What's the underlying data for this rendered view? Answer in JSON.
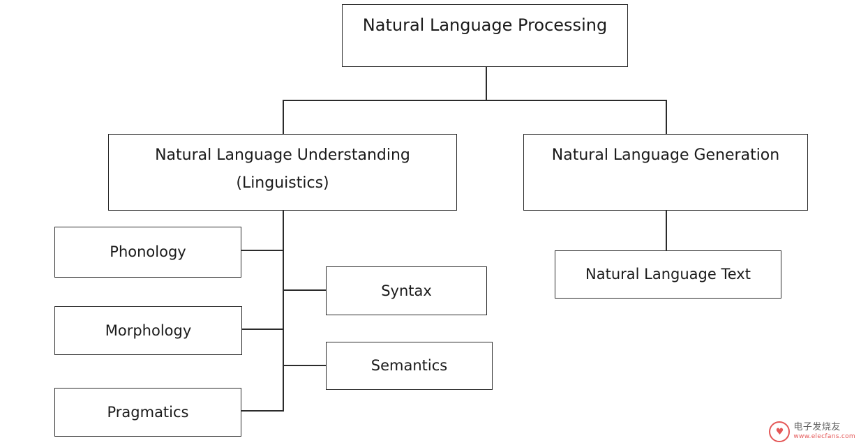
{
  "diagram": {
    "type": "tree",
    "title_node": "Natural Language Processing",
    "nodes": {
      "nlp": {
        "label": "Natural Language Processing"
      },
      "nlu": {
        "label_line1": "Natural Language Understanding",
        "label_line2": "(Linguistics)"
      },
      "nlg": {
        "label": "Natural Language Generation"
      },
      "nlt": {
        "label": "Natural Language Text"
      },
      "phonology": {
        "label": "Phonology"
      },
      "morphology": {
        "label": "Morphology"
      },
      "pragmatics": {
        "label": "Pragmatics"
      },
      "syntax": {
        "label": "Syntax"
      },
      "semantics": {
        "label": "Semantics"
      }
    },
    "colors": {
      "stroke": "#2b2b2b",
      "fill": "#ffffff",
      "text": "#1a1a1a"
    }
  },
  "watermark": {
    "logo_glyph": "♥",
    "name": "电子发烧友",
    "url": "www.elecfans.com"
  }
}
